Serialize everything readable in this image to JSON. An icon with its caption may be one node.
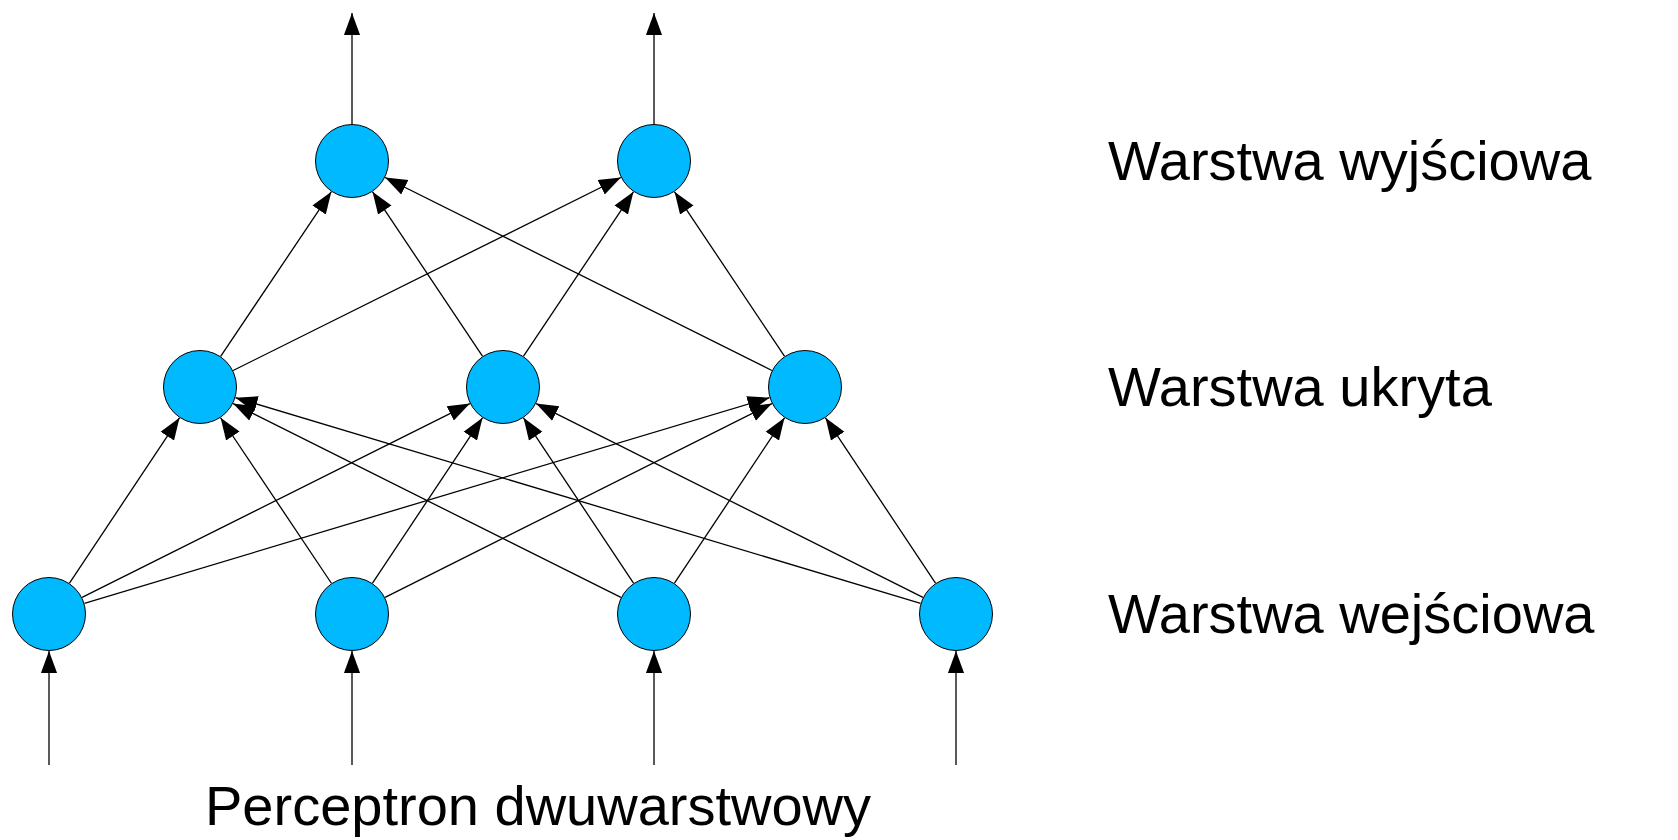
{
  "diagram": {
    "caption": "Perceptron dwuwarstwowy",
    "nodes": [
      {
        "text": [],
        "shape": "circle"
      },
      {
        "text": [],
        "shape": "circle"
      },
      {
        "text": [],
        "shape": "circle"
      },
      {
        "text": [],
        "shape": "circle"
      },
      {
        "text": [],
        "shape": "circle"
      },
      {
        "text": [],
        "shape": "circle"
      },
      {
        "text": [],
        "shape": "circle"
      },
      {
        "text": [],
        "shape": "circle"
      },
      {
        "text": [],
        "shape": "circle"
      }
    ],
    "edges": [
      {
        "from": 0,
        "to": null,
        "arrow": "to"
      },
      {
        "from": 1,
        "to": null,
        "arrow": "to"
      },
      {
        "from": 2,
        "to": 0,
        "arrow": "to"
      },
      {
        "from": 2,
        "to": 1,
        "arrow": "to"
      },
      {
        "from": 3,
        "to": 0,
        "arrow": "to"
      },
      {
        "from": 3,
        "to": 1,
        "arrow": "to"
      },
      {
        "from": 4,
        "to": 0,
        "arrow": "to"
      },
      {
        "from": 4,
        "to": 1,
        "arrow": "to"
      },
      {
        "from": 5,
        "to": 2,
        "arrow": "to"
      },
      {
        "from": 5,
        "to": 3,
        "arrow": "to"
      },
      {
        "from": 5,
        "to": 4,
        "arrow": "to"
      },
      {
        "from": 6,
        "to": 2,
        "arrow": "to"
      },
      {
        "from": 6,
        "to": 3,
        "arrow": "to"
      },
      {
        "from": 6,
        "to": 4,
        "arrow": "to"
      },
      {
        "from": 7,
        "to": 2,
        "arrow": "to"
      },
      {
        "from": 7,
        "to": 3,
        "arrow": "to"
      },
      {
        "from": 7,
        "to": 4,
        "arrow": "to"
      },
      {
        "from": 8,
        "to": 2,
        "arrow": "to"
      },
      {
        "from": 8,
        "to": 3,
        "arrow": "to"
      },
      {
        "from": 8,
        "to": 4,
        "arrow": "to"
      },
      {
        "from": null,
        "to": 5,
        "arrow": "to"
      },
      {
        "from": null,
        "to": 6,
        "arrow": "to"
      },
      {
        "from": null,
        "to": 7,
        "arrow": "to"
      },
      {
        "from": null,
        "to": 8,
        "arrow": "to"
      }
    ],
    "labels": [
      "Warstwa wyjściowa",
      "Warstwa ukryta",
      "Warstwa wejściowa"
    ]
  }
}
